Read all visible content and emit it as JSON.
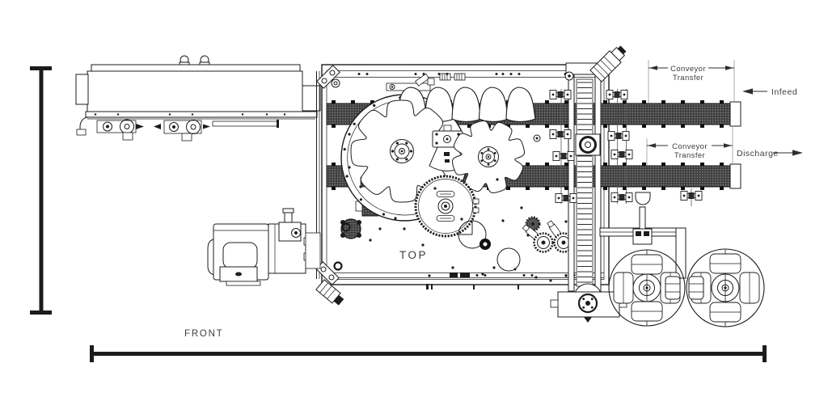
{
  "drawing": {
    "view_labels": {
      "top": "TOP",
      "front": "FRONT"
    },
    "flow_labels": {
      "infeed": "Infeed",
      "discharge": "Discharge"
    },
    "dimension_labels": {
      "transfer_top_line1": "Conveyor",
      "transfer_top_line2": "Transfer",
      "transfer_bottom_line1": "Conveyor",
      "transfer_bottom_line2": "Transfer"
    },
    "colors": {
      "ink": "#1c1c1c",
      "text": "#3d3d3d",
      "belt_fill": "#3e3e3e",
      "belt_dot": "#8d8d8d",
      "background": "#ffffff"
    }
  }
}
